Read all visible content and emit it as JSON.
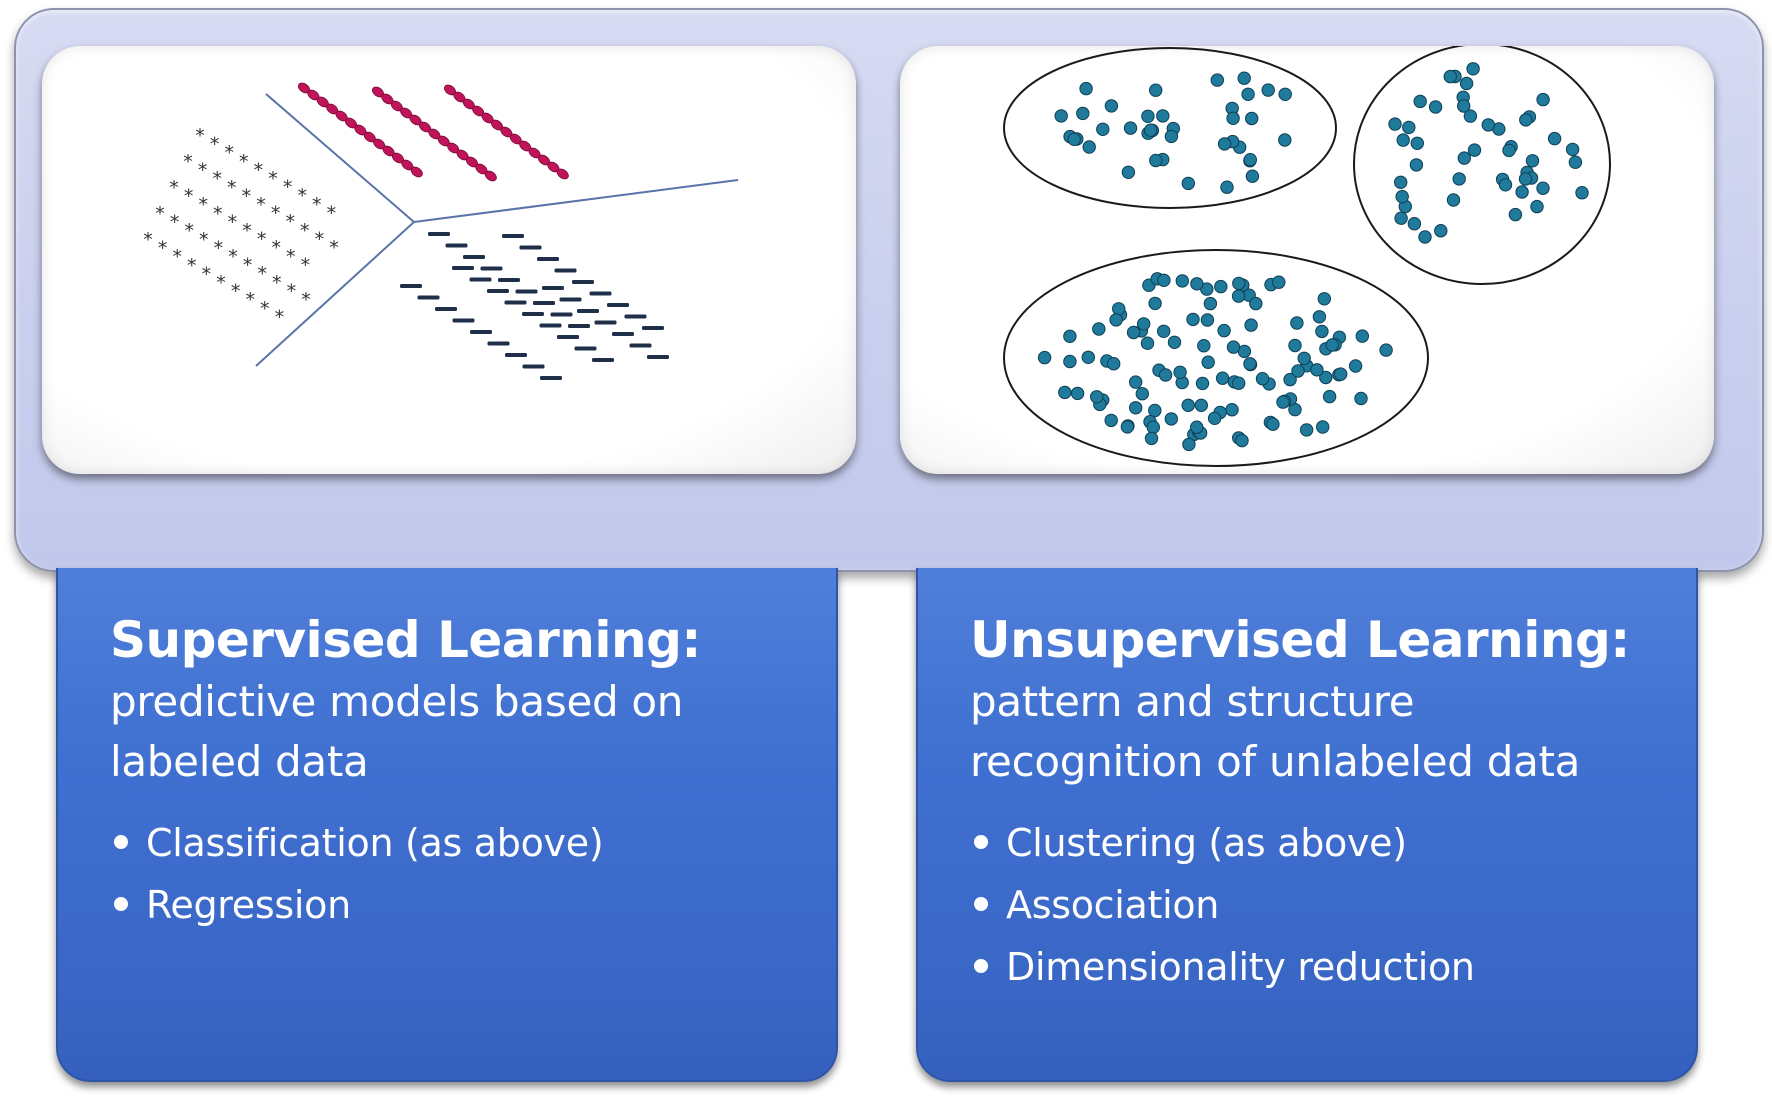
{
  "supervised": {
    "title": "Supervised Learning:",
    "subtitle_line1": "predictive models based on",
    "subtitle_line2": "labeled data",
    "items": [
      "Classification (as above)",
      "Regression"
    ]
  },
  "unsupervised": {
    "title": "Unsupervised Learning:",
    "subtitle_line1": "pattern and structure",
    "subtitle_line2": "recognition of unlabeled data",
    "items": [
      "Clustering (as above)",
      "Association",
      "Dimensionality reduction"
    ]
  },
  "colors": {
    "card_blue": "#3f6fd0",
    "frame_lavender": "#c9cfee",
    "ellipse_marker": "#c0145a",
    "cluster_dot": "#1f7a9c",
    "dash_marker": "#1f2f4a",
    "divider_line": "#5a73a8"
  },
  "icons": {
    "classification_illustration": "classification-scatter-icon",
    "clustering_illustration": "clustering-scatter-icon"
  }
}
